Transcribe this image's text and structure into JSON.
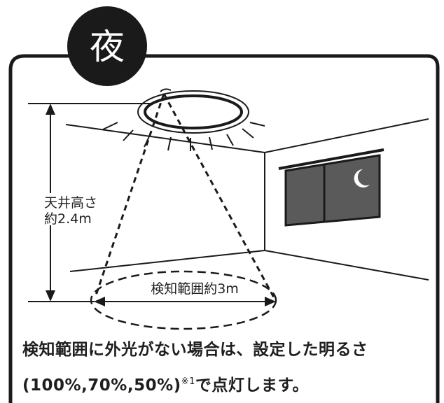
{
  "badge": {
    "text": "夜"
  },
  "labels": {
    "ceiling_height_line1": "天井高さ",
    "ceiling_height_line2": "約2.4m",
    "detection_range": "検知範囲約3m"
  },
  "caption": {
    "line1": "検知範囲に外光がない場合は、設定した明るさ",
    "line2_main": "(100%,70%,50%)",
    "line2_note": "※1",
    "line2_end": "で点灯します。"
  },
  "colors": {
    "frame": "#1a1a1a",
    "badge_bg": "#1a1a1a",
    "window_glass": "#5a5a5a",
    "moon": "#ffffff"
  },
  "icons": {
    "moon": "crescent-moon-icon",
    "light": "ceiling-light-icon"
  }
}
